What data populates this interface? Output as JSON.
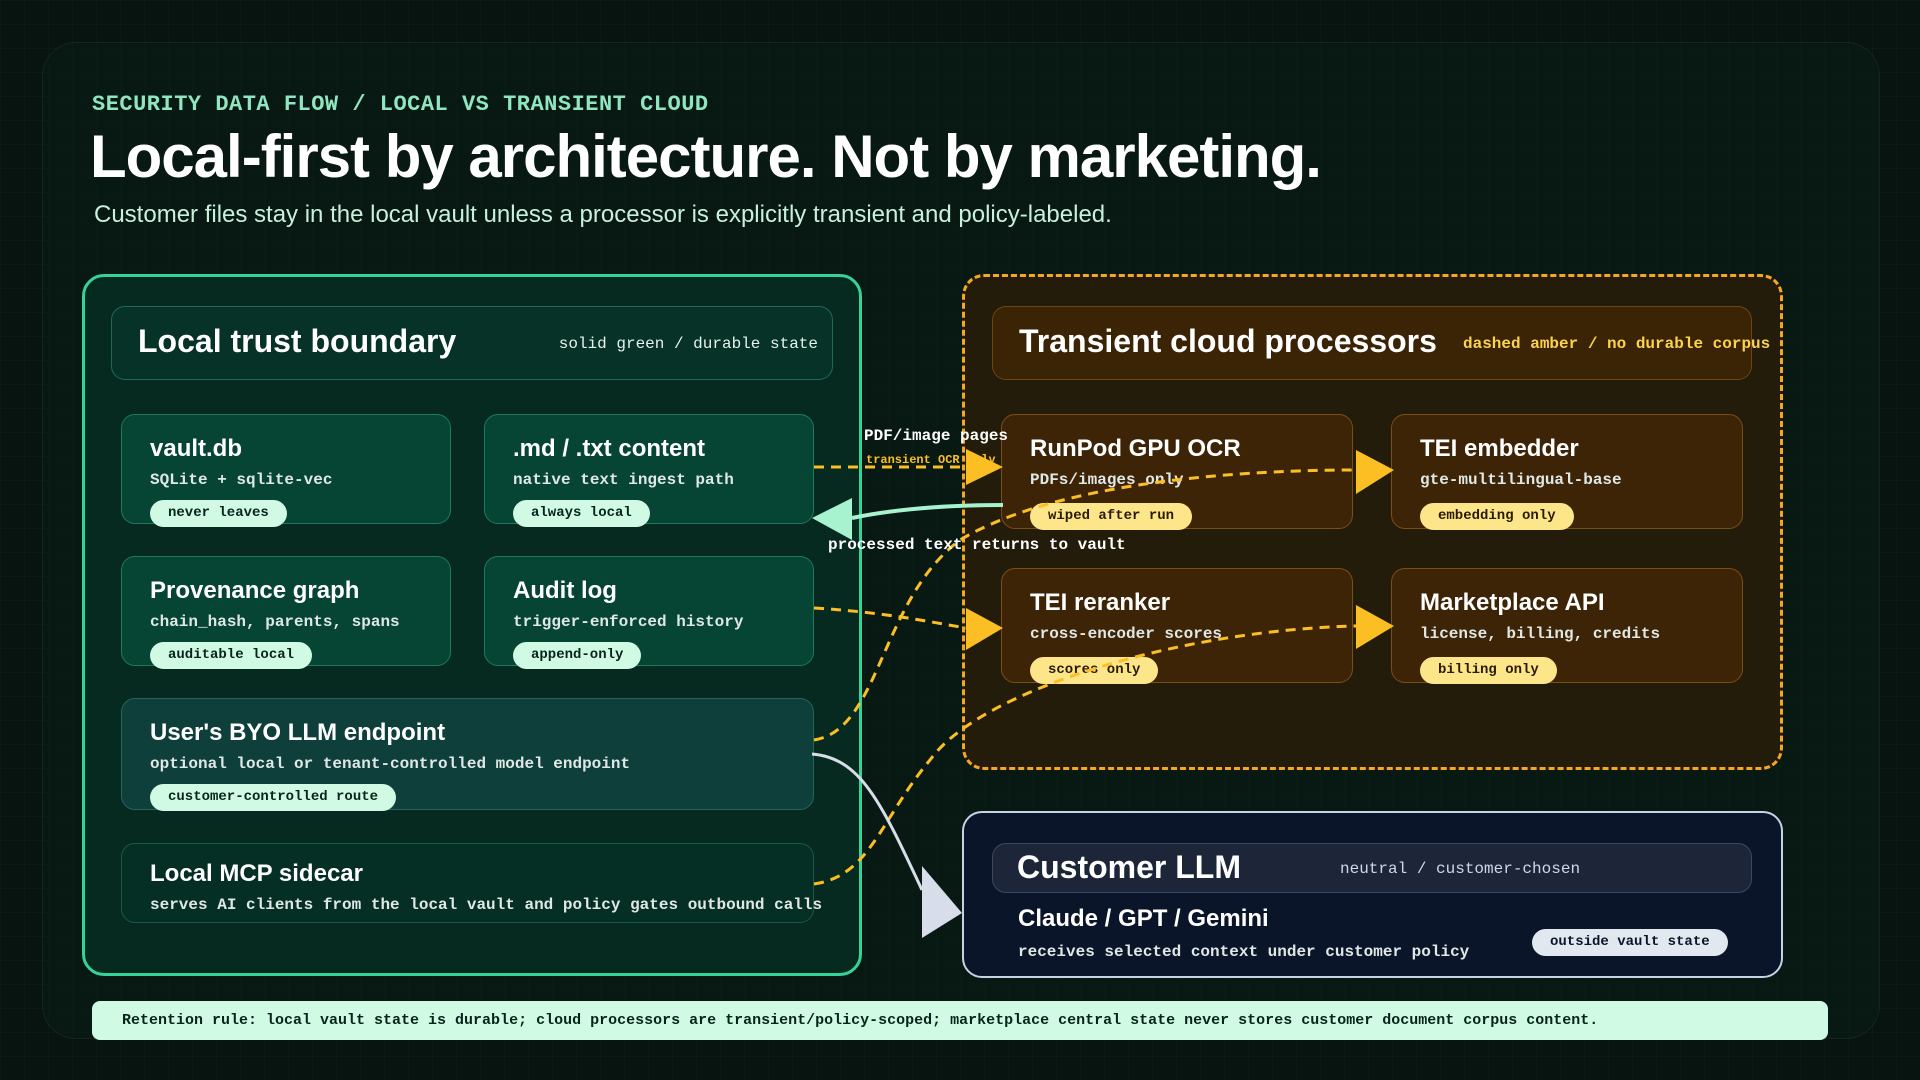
{
  "header": {
    "eyebrow": "SECURITY DATA FLOW / LOCAL VS TRANSIENT CLOUD",
    "title": "Local-first by architecture. Not by marketing.",
    "subtitle": "Customer files stay in the local vault unless a processor is explicitly transient and policy-labeled."
  },
  "local": {
    "title": "Local trust boundary",
    "note": "solid green / durable state",
    "cards": [
      {
        "title": "vault.db",
        "sub": "SQLite + sqlite-vec",
        "pill": "never leaves"
      },
      {
        "title": ".md / .txt content",
        "sub": "native text ingest path",
        "pill": "always local"
      },
      {
        "title": "Provenance graph",
        "sub": "chain_hash, parents, spans",
        "pill": "auditable local"
      },
      {
        "title": "Audit log",
        "sub": "trigger-enforced history",
        "pill": "append-only"
      },
      {
        "title": "User's BYO LLM endpoint",
        "sub": "optional local or tenant-controlled model endpoint",
        "pill": "customer-controlled route"
      },
      {
        "title": "Local MCP sidecar",
        "sub": "serves AI clients from the local vault and policy gates outbound calls"
      }
    ]
  },
  "cloud": {
    "title": "Transient cloud processors",
    "note": "dashed amber / no durable corpus",
    "cards": [
      {
        "title": "RunPod GPU OCR",
        "sub": "PDFs/images only",
        "pill": "wiped after run"
      },
      {
        "title": "TEI embedder",
        "sub": "gte-multilingual-base",
        "pill": "embedding only"
      },
      {
        "title": "TEI reranker",
        "sub": "cross-encoder scores",
        "pill": "scores only"
      },
      {
        "title": "Marketplace API",
        "sub": "license, billing, credits",
        "pill": "billing only"
      }
    ]
  },
  "customer_llm": {
    "title": "Customer LLM",
    "note": "neutral / customer-chosen",
    "models": "Claude / GPT / Gemini",
    "sub": "receives selected context under customer policy",
    "pill": "outside vault state"
  },
  "flows": {
    "ocr_label": "PDF/image pages",
    "ocr_sub": "transient OCR only",
    "return_label": "processed text returns to vault"
  },
  "footer": "Retention rule: local vault state is durable; cloud processors are transient/policy-scoped; marketplace central state never stores customer document corpus content.",
  "colors": {
    "local_accent": "#34d399",
    "cloud_accent": "#f5a623",
    "neutral_accent": "#c9d2e3"
  }
}
